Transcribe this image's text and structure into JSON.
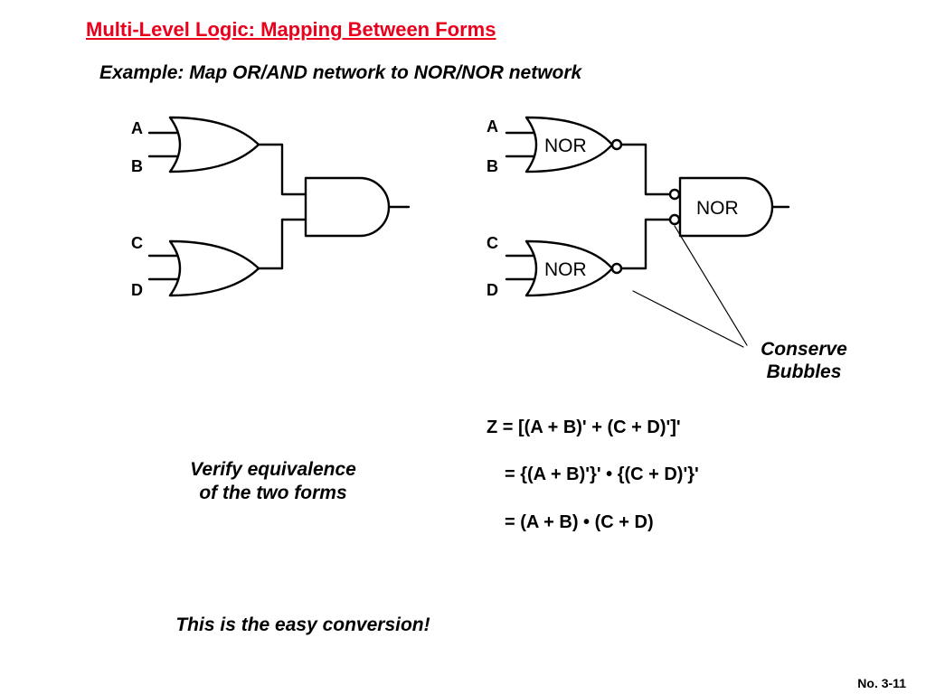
{
  "slide": {
    "title": "Multi-Level Logic: Mapping Between Forms",
    "subtitle": "Example: Map OR/AND network to NOR/NOR network",
    "page_number": "No. 3-11"
  },
  "left_network": {
    "inputs": [
      "A",
      "B",
      "C",
      "D"
    ]
  },
  "right_network": {
    "inputs": [
      "A",
      "B",
      "C",
      "D"
    ],
    "gate_labels": [
      "NOR",
      "NOR",
      "NOR"
    ],
    "callout": [
      "Conserve",
      "Bubbles"
    ]
  },
  "equations": [
    "Z = [(A + B)' + (C + D)']'",
    "= {(A + B)'}' • {(C + D)'}'",
    "= (A + B) • (C + D)"
  ],
  "notes": {
    "verify": [
      "Verify equivalence",
      "of the two forms"
    ],
    "easy": "This is the easy conversion!"
  }
}
